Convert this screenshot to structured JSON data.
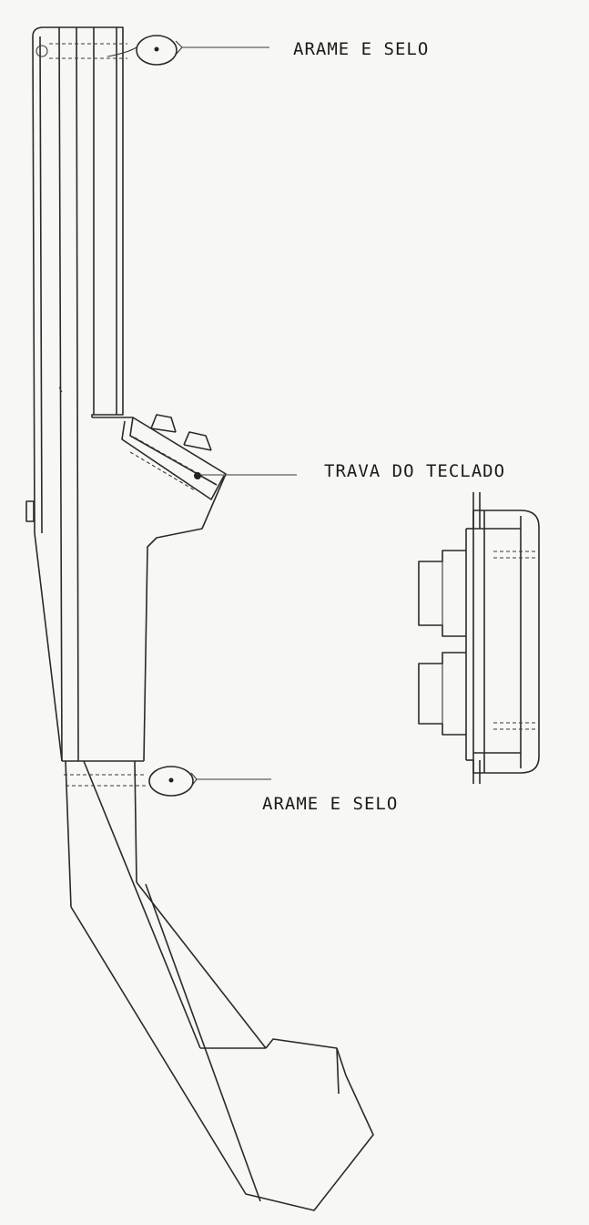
{
  "labels": {
    "seal_top": "ARAME E SELO",
    "keypad_lock": "TRAVA DO TECLADO",
    "seal_bottom": "ARAME E SELO"
  },
  "colors": {
    "paper": "#f7f7f5",
    "ink": "#2a2a2a"
  }
}
